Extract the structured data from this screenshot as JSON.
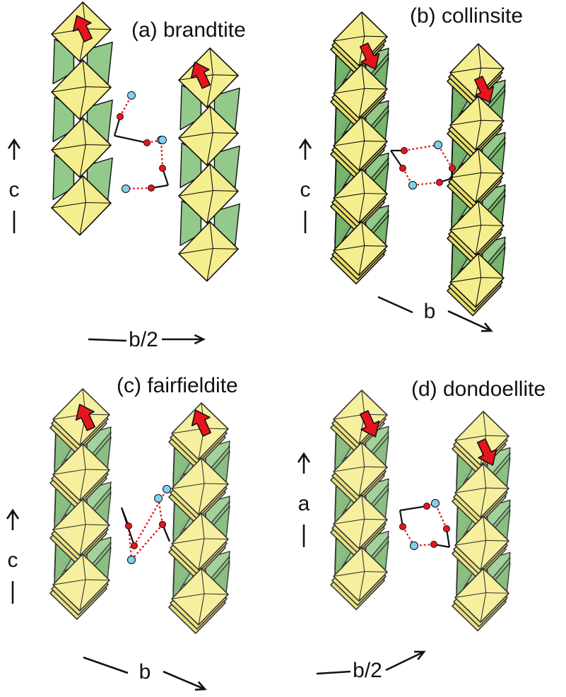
{
  "colors": {
    "octahedron": "#f5ee8e",
    "octahedron_dark": "#e6dc6b",
    "tetrahedron": "#93c98a",
    "tetrahedron_dark": "#77b56d",
    "arrow": "#e8141c",
    "oxygen_blue": "#7fd0ec",
    "hydrogen_red": "#e8141c"
  },
  "panels": [
    {
      "id": "a",
      "title": "(a) brandtite",
      "vertical_axis": "c",
      "horizontal_axis": "b/2",
      "arrow_direction": "up"
    },
    {
      "id": "b",
      "title": "(b) collinsite",
      "vertical_axis": "c",
      "horizontal_axis": "b",
      "arrow_direction": "down"
    },
    {
      "id": "c",
      "title": "(c) fairfieldite",
      "vertical_axis": "c",
      "horizontal_axis": "b",
      "arrow_direction": "up"
    },
    {
      "id": "d",
      "title": "(d) dondoellite",
      "vertical_axis": "a",
      "horizontal_axis": "b/2",
      "arrow_direction": "down"
    }
  ]
}
